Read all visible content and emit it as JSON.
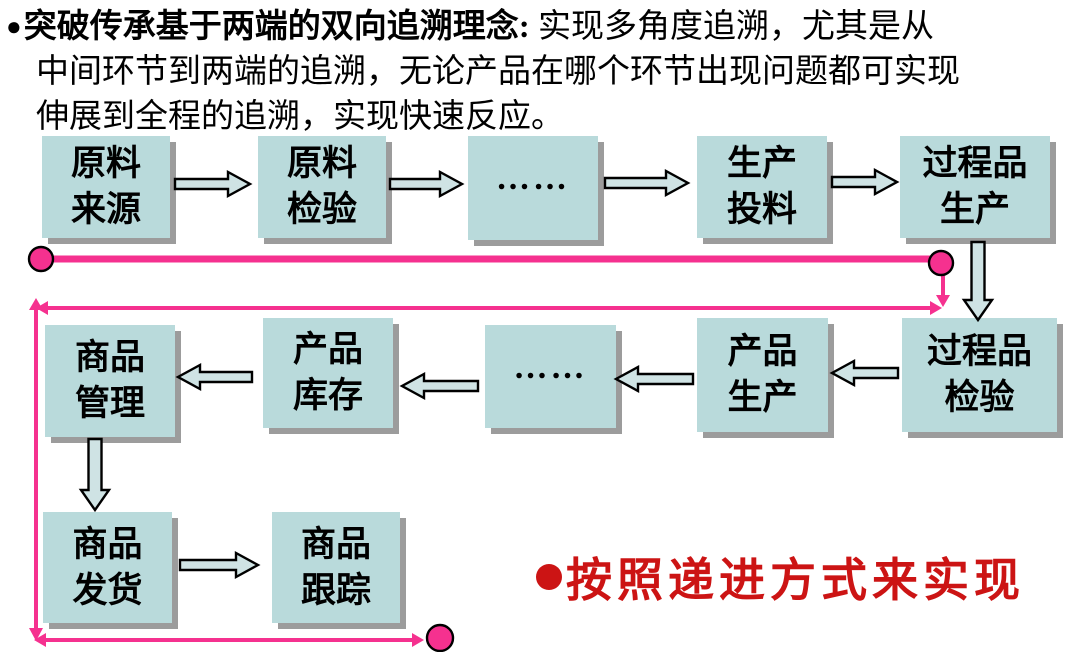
{
  "intro": {
    "bullet": "●",
    "heading_bold": "突破传承基于两端的双向追溯理念:",
    "line1_rest": " 实现多角度追溯，尤其是从",
    "line2": "中间环节到两端的追溯，无论产品在哪个环节出现问题都可实现",
    "line3": "伸展到全程的追溯，实现快速反应。"
  },
  "flowchart": {
    "nodes": [
      {
        "id": "raw-material-source",
        "line1": "原料",
        "line2": "来源"
      },
      {
        "id": "raw-material-inspection",
        "line1": "原料",
        "line2": "检验"
      },
      {
        "id": "ellipsis-top",
        "label": "……"
      },
      {
        "id": "production-feeding",
        "line1": "生产",
        "line2": "投料"
      },
      {
        "id": "in-process-production",
        "line1": "过程品",
        "line2": "生产"
      },
      {
        "id": "in-process-inspection",
        "line1": "过程品",
        "line2": "检验"
      },
      {
        "id": "product-production",
        "line1": "产品",
        "line2": "生产"
      },
      {
        "id": "ellipsis-middle",
        "label": "……"
      },
      {
        "id": "product-inventory",
        "line1": "产品",
        "line2": "库存"
      },
      {
        "id": "goods-management",
        "line1": "商品",
        "line2": "管理"
      },
      {
        "id": "goods-shipping",
        "line1": "商品",
        "line2": "发货"
      },
      {
        "id": "goods-tracking",
        "line1": "商品",
        "line2": "跟踪"
      }
    ]
  },
  "callout": {
    "bullet": "●",
    "text": "按照递进方式来实现"
  },
  "colors": {
    "box_fill": "#b9dadb",
    "box_shadow": "#9c9c9c",
    "arrow_fill": "#cfe3e4",
    "pink": "#f5318f",
    "red": "#cc1414",
    "ink": "#000000",
    "bg": "#ffffff"
  }
}
